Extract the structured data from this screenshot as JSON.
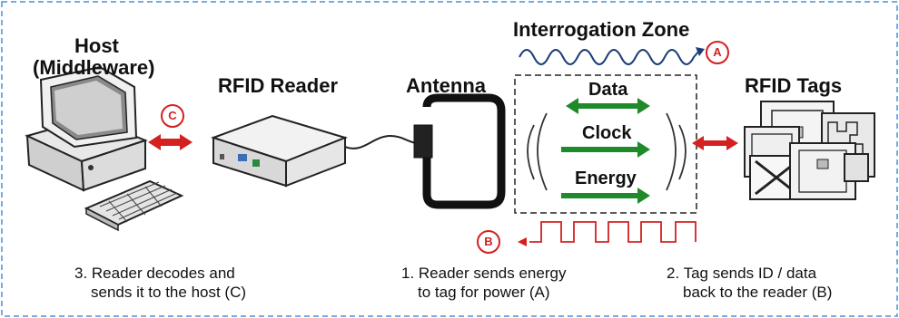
{
  "labels": {
    "host_line1": "Host",
    "host_line2": "(Middleware)",
    "reader": "RFID Reader",
    "antenna": "Antenna",
    "tags": "RFID Tags",
    "zone": "Interrogation Zone"
  },
  "signals": [
    "Data",
    "Clock",
    "Energy"
  ],
  "badges": {
    "a": "A",
    "b": "B",
    "c": "C"
  },
  "captions": {
    "step3_line1": "3. Reader decodes and",
    "step3_line2": "sends it to the host (C)",
    "step1_line1": "1. Reader sends energy",
    "step1_line2": "to tag for power (A)",
    "step2_line1": "2. Tag sends ID / data",
    "step2_line2": "back to the reader (B)"
  },
  "colors": {
    "accent_red": "#d42020",
    "signal_green": "#1f8a2a",
    "wave_blue": "#1c3d78",
    "frame_blue": "#4a8fd6"
  }
}
